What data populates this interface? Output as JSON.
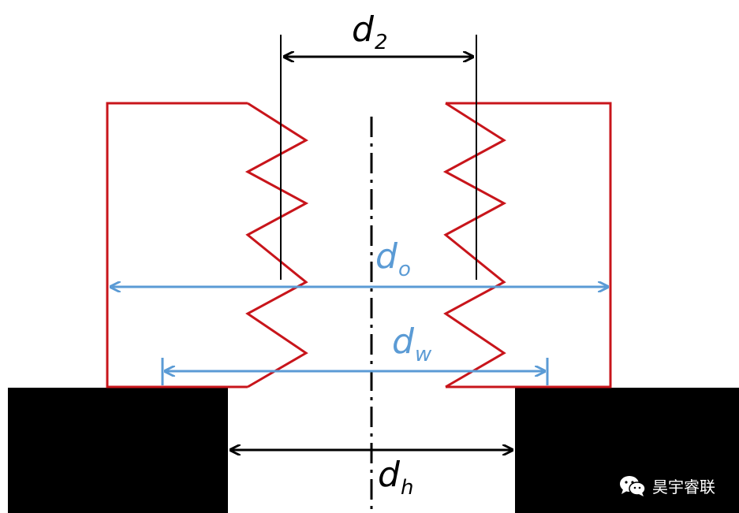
{
  "labels": {
    "d2": {
      "main": "d",
      "sub": "2"
    },
    "do": {
      "main": "d",
      "sub": "o"
    },
    "dw": {
      "main": "d",
      "sub": "w"
    },
    "dh": {
      "main": "d",
      "sub": "h"
    }
  },
  "watermark": {
    "icon": "wechat-icon",
    "text": "昊宇睿联"
  },
  "colors": {
    "nut_outline": "#c8151b",
    "blue_dimension": "#5b9bd5",
    "black_dimension": "#000000",
    "support_block": "#000000"
  }
}
